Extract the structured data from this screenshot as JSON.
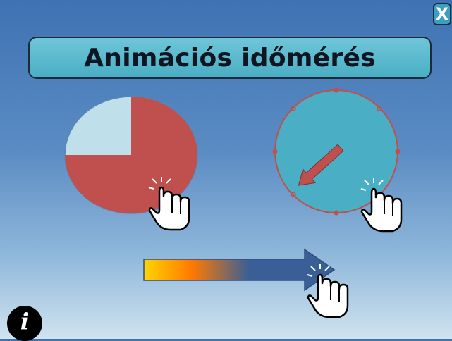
{
  "title": "Animációs időmérés",
  "close_button": {
    "label": "X"
  },
  "info_button": {
    "label": "i"
  },
  "pie_timer": {
    "elapsed_fraction": 0.75,
    "fill_color": "#c0504d",
    "remaining_color": "#bfe0ea"
  },
  "clock_timer": {
    "face_color": "#4aaec4",
    "marker_color": "#c0504d",
    "hand_color": "#c0504d"
  },
  "progress_arrow": {
    "start_colors": [
      "#ffd400",
      "#ff7a00"
    ],
    "end_color": "#3a5f96"
  },
  "icons": {
    "cursor": "hand-pointer-icon"
  }
}
